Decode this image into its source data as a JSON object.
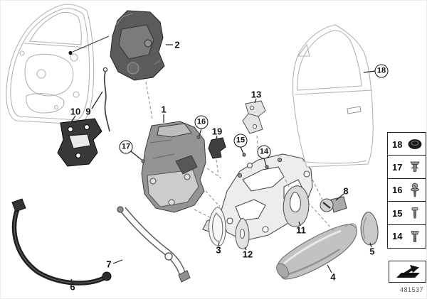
{
  "colors": {
    "background": "#ffffff",
    "line_art_gray": "#b3b3b3",
    "label_text": "#111111",
    "dark_part": "#4a4a4a"
  },
  "callouts": [
    {
      "text": "2",
      "circled": false
    },
    {
      "text": "10",
      "circled": false
    },
    {
      "text": "9",
      "circled": false
    },
    {
      "text": "1",
      "circled": false
    },
    {
      "text": "17",
      "circled": true
    },
    {
      "text": "16",
      "circled": true
    },
    {
      "text": "19",
      "circled": false
    },
    {
      "text": "15",
      "circled": true
    },
    {
      "text": "13",
      "circled": false
    },
    {
      "text": "14",
      "circled": true
    },
    {
      "text": "18",
      "circled": true
    },
    {
      "text": "8",
      "circled": false
    },
    {
      "text": "11",
      "circled": false
    },
    {
      "text": "5",
      "circled": false
    },
    {
      "text": "4",
      "circled": false
    },
    {
      "text": "3",
      "circled": false
    },
    {
      "text": "12",
      "circled": false
    },
    {
      "text": "7",
      "circled": false
    },
    {
      "text": "6",
      "circled": false
    }
  ],
  "legend": [
    {
      "number": "18",
      "icon": "grommet-icon"
    },
    {
      "number": "17",
      "icon": "expanding-rivet-icon"
    },
    {
      "number": "16",
      "icon": "screw-with-washer-icon"
    },
    {
      "number": "15",
      "icon": "screw-icon"
    },
    {
      "number": "14",
      "icon": "hex-bolt-icon"
    }
  ],
  "direction_indicator": {
    "icon": "forward-arrow-icon"
  },
  "footer": {
    "diagram_number": "481537"
  }
}
